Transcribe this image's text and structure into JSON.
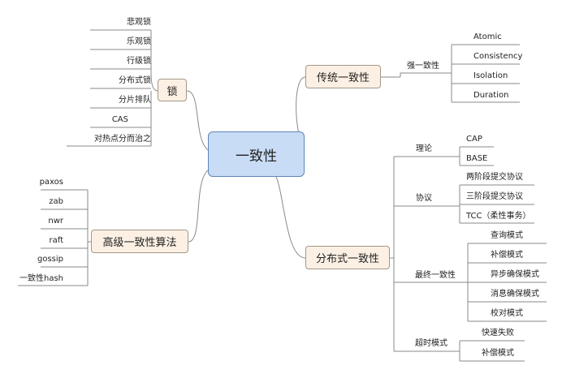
{
  "center": {
    "label": "一致性"
  },
  "branches": {
    "lock": {
      "label": "锁",
      "items": [
        "悲观锁",
        "乐观锁",
        "行级锁",
        "分布式锁",
        "分片排队",
        "CAS",
        "对热点分而治之"
      ]
    },
    "algo": {
      "label": "高级一致性算法",
      "items": [
        "paxos",
        "zab",
        "nwr",
        "raft",
        "gossip",
        "一致性hash"
      ]
    },
    "traditional": {
      "label": "传统一致性",
      "strong": {
        "label": "强一致性",
        "items": [
          "Atomic",
          "Consistency",
          "Isolation",
          "Duration"
        ]
      }
    },
    "distributed": {
      "label": "分布式一致性",
      "theory": {
        "label": "理论",
        "items": [
          "CAP",
          "BASE"
        ]
      },
      "protocol": {
        "label": "协议",
        "items": [
          "两阶段提交协议",
          "三阶段提交协议",
          "TCC（柔性事务）"
        ]
      },
      "eventual": {
        "label": "最终一致性",
        "items": [
          "查询模式",
          "补偿模式",
          "异步确保模式",
          "消息确保模式",
          "校对模式"
        ]
      },
      "timeout": {
        "label": "超时模式",
        "items": [
          "快速失败",
          "补偿模式"
        ]
      }
    }
  },
  "colors": {
    "line": "#888888",
    "root_fill": "#c9dcf6",
    "root_border": "#5e86b8",
    "main_fill": "#fbf0e3"
  }
}
